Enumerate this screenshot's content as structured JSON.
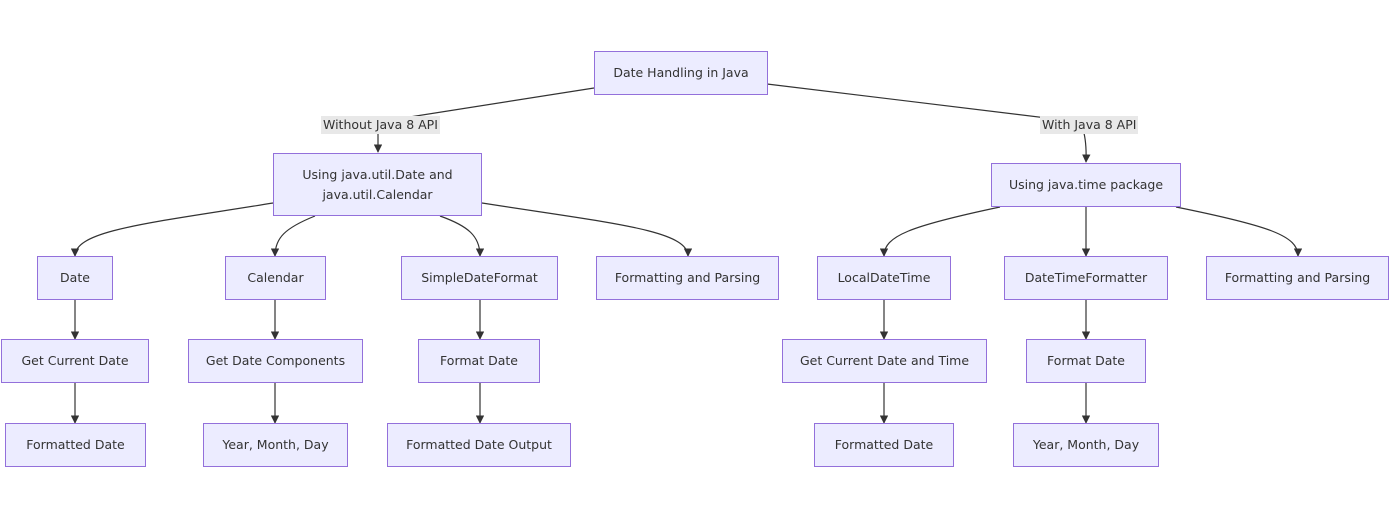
{
  "diagram": {
    "root": "Date Handling in Java",
    "branches": {
      "without": {
        "edge_label": "Without Java 8 API",
        "node_line1": "Using java.util.Date and",
        "node_line2": "java.util.Calendar"
      },
      "with": {
        "edge_label": "With Java 8 API",
        "node": "Using java.time package"
      }
    },
    "nodes": {
      "date": "Date",
      "calendar": "Calendar",
      "simple_date_format": "SimpleDateFormat",
      "formatting_parsing_legacy": "Formatting and Parsing",
      "get_current_date": "Get Current Date",
      "get_date_components": "Get Date Components",
      "format_date_legacy": "Format Date",
      "formatted_date_legacy": "Formatted Date",
      "year_month_day_legacy": "Year, Month, Day",
      "formatted_date_output": "Formatted Date Output",
      "local_date_time": "LocalDateTime",
      "date_time_formatter": "DateTimeFormatter",
      "formatting_parsing_java8": "Formatting and Parsing",
      "get_current_date_time": "Get Current Date and Time",
      "format_date_java8": "Format Date",
      "formatted_date_java8": "Formatted Date",
      "year_month_day_java8": "Year, Month, Day"
    },
    "colors": {
      "node_fill": "#ECECFF",
      "node_border": "#9370DB",
      "edge": "#333333",
      "label_bg": "#e8e8e8"
    }
  }
}
